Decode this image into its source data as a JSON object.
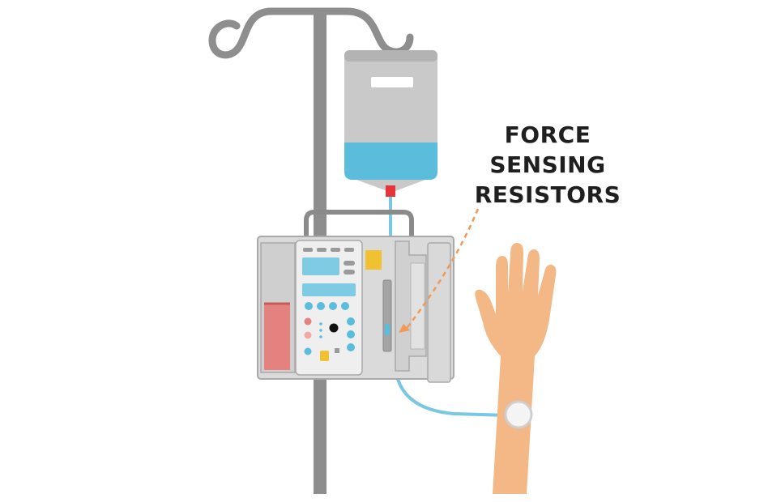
{
  "callout": {
    "lines": [
      "FORCE",
      "SENSING",
      "RESISTORS"
    ]
  },
  "colors": {
    "pole": "#8e8e8e",
    "bag": "#c9c9c9",
    "fluid": "#5bbcdc",
    "tube": "#79c7e2",
    "pump_body": "#dadada",
    "pump_outline": "#a9a9a9",
    "screen": "#7fcbe3",
    "red_chamber": "#e3827f",
    "skin": "#f4b886",
    "sensor_accent": "#f0c232",
    "callout_line": "#f09a5a",
    "connector": "#e8333c"
  }
}
